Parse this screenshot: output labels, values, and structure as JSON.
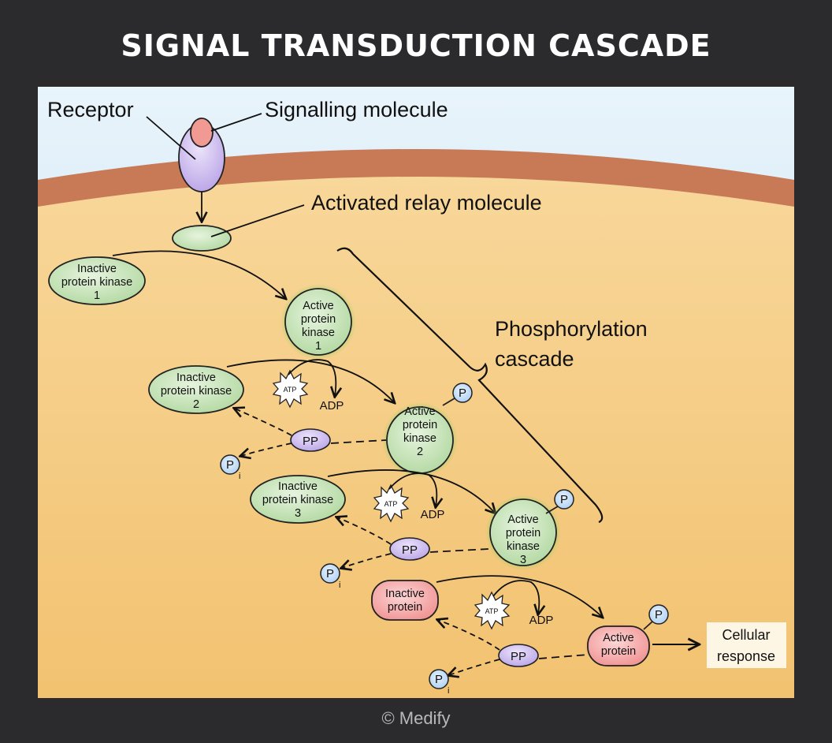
{
  "title": "SIGNAL TRANSDUCTION CASCADE",
  "footer": "© Medify",
  "labels": {
    "receptor": "Receptor",
    "signalling_molecule": "Signalling molecule",
    "relay": "Activated relay molecule",
    "phosphorylation_1": "Phosphorylation",
    "phosphorylation_2": "cascade",
    "cellular_1": "Cellular",
    "cellular_2": "response"
  },
  "inactive_kinase_1": [
    "Inactive",
    "protein kinase",
    "1"
  ],
  "active_kinase_1": [
    "Active",
    "protein",
    "kinase",
    "1"
  ],
  "inactive_kinase_2": [
    "Inactive",
    "protein kinase",
    "2"
  ],
  "active_kinase_2": [
    "Active",
    "protein",
    "kinase",
    "2"
  ],
  "inactive_kinase_3": [
    "Inactive",
    "protein kinase",
    "3"
  ],
  "active_kinase_3": [
    "Active",
    "protein",
    "kinase",
    "3"
  ],
  "inactive_protein": [
    "Inactive",
    "protein"
  ],
  "active_protein": [
    "Active",
    "protein"
  ],
  "atp": "ATP",
  "adp": "ADP",
  "pp": "PP",
  "p": "P",
  "pi_sub": "i",
  "colors": {
    "background": "#2b2b2d",
    "cytoplasm": "#f4c57c",
    "membrane": "#c77a55",
    "extracellular": "#bddcf0",
    "kinase_green": "#bfe0b2",
    "protein_red": "#f4a6a6",
    "phosphatase_purple": "#c8b6ea",
    "phosphate_blue": "#bcd9f5",
    "receptor_purple": "#cdbdf0"
  }
}
